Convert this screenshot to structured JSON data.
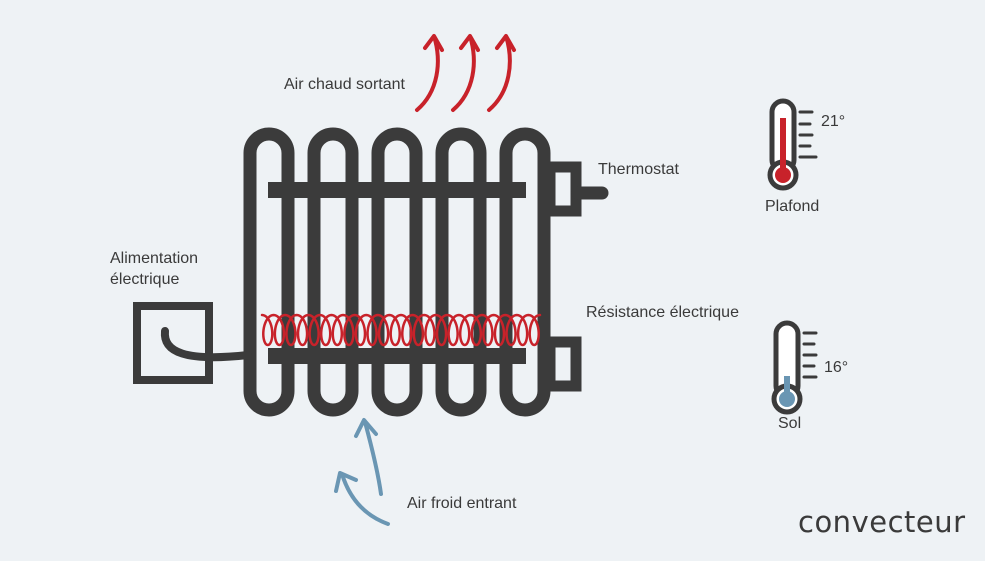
{
  "labels": {
    "hot_air": "Air chaud sortant",
    "thermostat": "Thermostat",
    "power_line1": "Alimentation",
    "power_line2": "électrique",
    "resistance": "Résistance électrique",
    "cold_air": "Air froid entrant"
  },
  "thermometers": {
    "ceiling": {
      "name": "Plafond",
      "temperature": "21°",
      "color": "#c8222a"
    },
    "floor": {
      "name": "Sol",
      "temperature": "16°",
      "color": "#6a96b3"
    }
  },
  "brand": "convecteur",
  "colors": {
    "radiator": "#3b3b3b",
    "hot": "#c8222a",
    "cold": "#6a96b3",
    "coil": "#c8222a",
    "background": "#eef2f5"
  }
}
